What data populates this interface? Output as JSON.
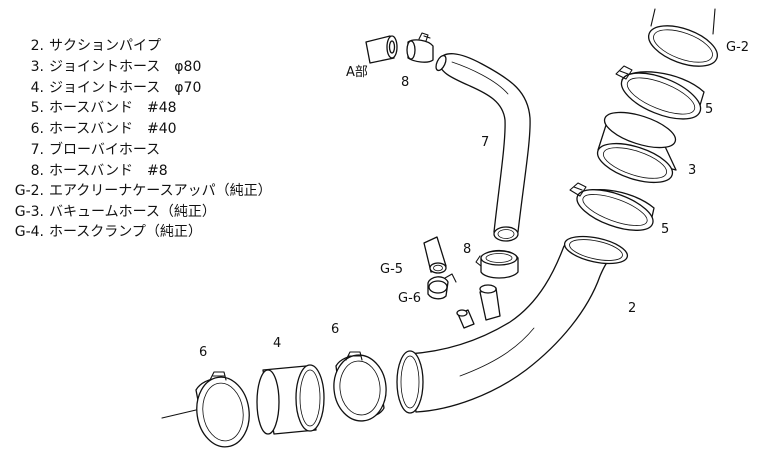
{
  "legend": [
    {
      "num": "2.",
      "text": "サクションパイプ"
    },
    {
      "num": "3.",
      "text": "ジョイントホース　φ80"
    },
    {
      "num": "4.",
      "text": "ジョイントホース　φ70"
    },
    {
      "num": "5.",
      "text": "ホースバンド　#48"
    },
    {
      "num": "6.",
      "text": "ホースバンド　#40"
    },
    {
      "num": "7.",
      "text": "ブローバイホース"
    },
    {
      "num": "8.",
      "text": "ホースバンド　#8"
    },
    {
      "num": "G-2.",
      "text": "エアクリーナケースアッパ（純正）"
    },
    {
      "num": "G-3.",
      "text": "バキュームホース（純正）"
    },
    {
      "num": "G-4.",
      "text": "ホースクランプ（純正）"
    }
  ],
  "callouts": {
    "a_part": "A部",
    "band8_top": "8",
    "hose7": "7",
    "g2": "G-2",
    "band5_top": "5",
    "hose3": "3",
    "band5_bottom": "5",
    "band8_mid": "8",
    "g5": "G-5",
    "g6": "G-6",
    "pipe2": "2",
    "band6_left": "6",
    "hose4": "4",
    "band6_right": "6"
  }
}
